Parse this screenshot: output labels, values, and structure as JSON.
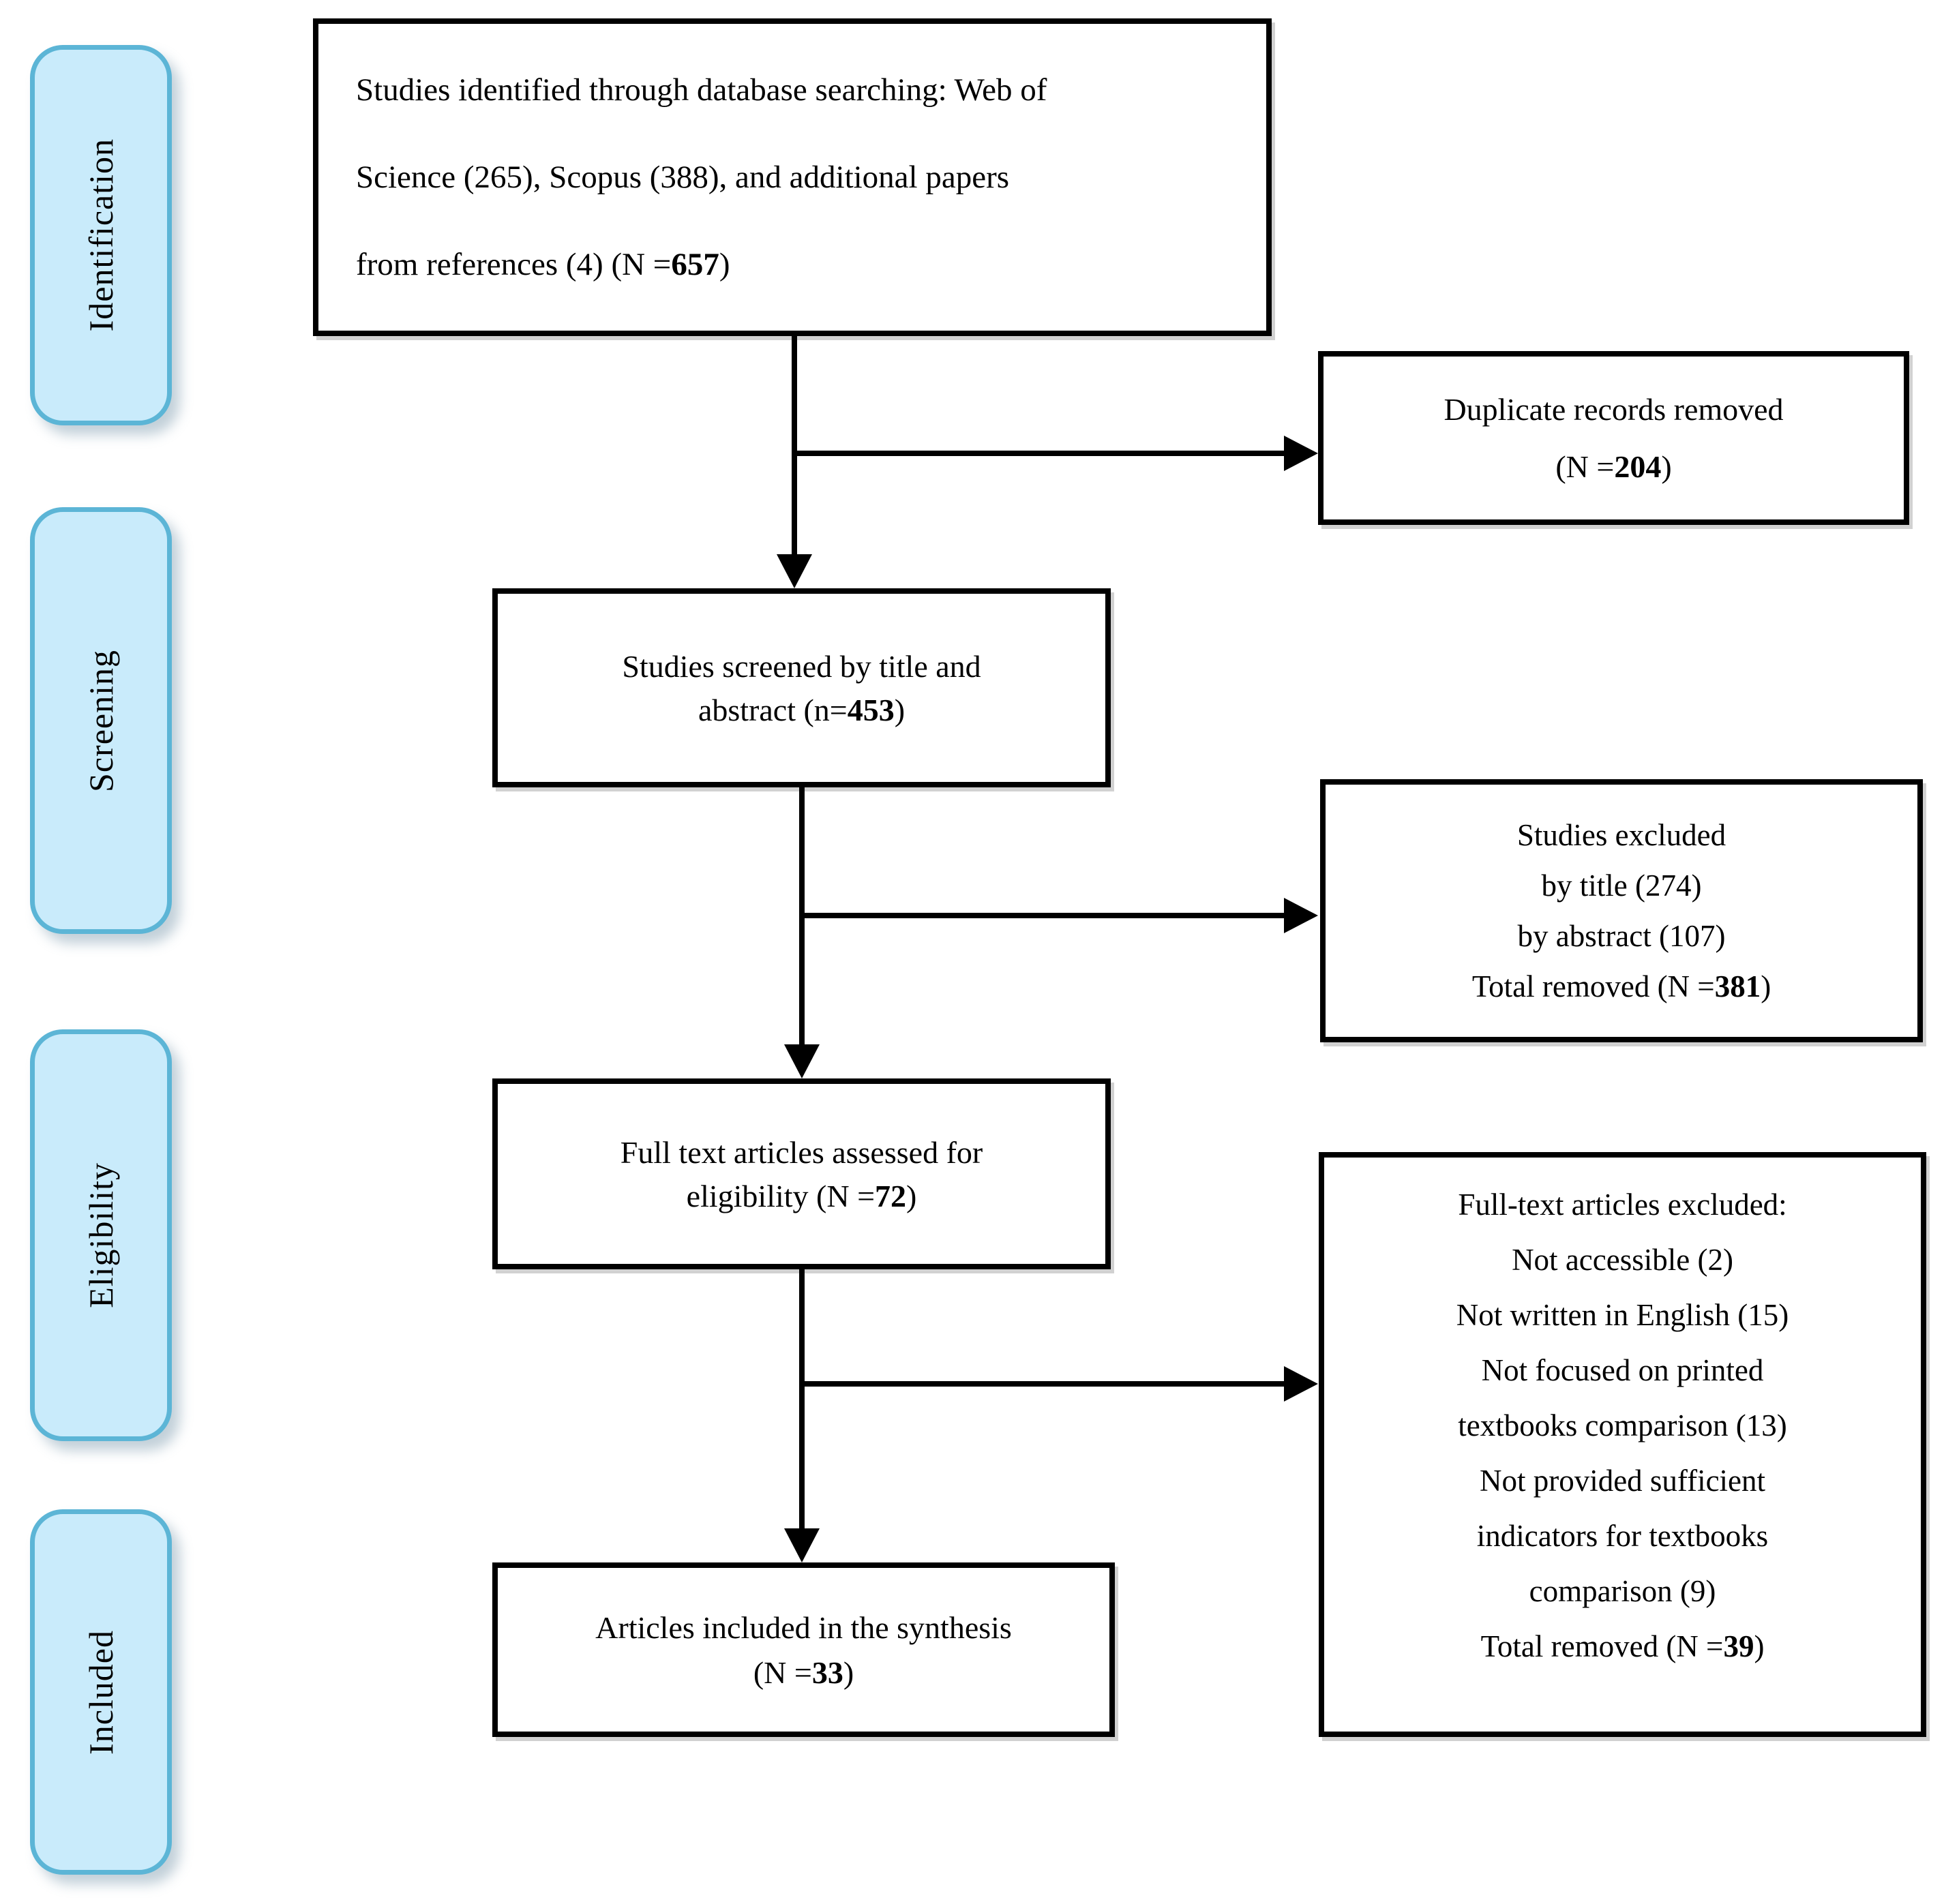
{
  "colors": {
    "pillar_fill": "#c9ebfb",
    "pillar_border": "#5cb5d6",
    "box_border": "#000000",
    "arrow": "#000000"
  },
  "pillars": [
    {
      "label": "Identification"
    },
    {
      "label": "Screening"
    },
    {
      "label": "Eligibility"
    },
    {
      "label": "Included"
    }
  ],
  "flow": {
    "identified": {
      "line1": "Studies identified through database searching: Web of",
      "line2": "Science (265), Scopus (388), and additional papers",
      "line3_prefix": "from references (4) (N = ",
      "line3_bold": "657",
      "line3_suffix": ")"
    },
    "duplicates": {
      "line1": "Duplicate records removed",
      "line2_prefix": "(N = ",
      "line2_bold": "204",
      "line2_suffix": ")"
    },
    "screened": {
      "line1": "Studies screened by title and",
      "line2_prefix": "abstract (n=",
      "line2_bold": "453",
      "line2_suffix": ")"
    },
    "excluded_screening": {
      "line1": "Studies excluded",
      "line2": "by title (274)",
      "line3": "by abstract (107)",
      "line4_prefix": "Total removed (N = ",
      "line4_bold": "381",
      "line4_suffix": ")"
    },
    "eligibility": {
      "line1": "Full text articles assessed for",
      "line2_prefix": "eligibility (N = ",
      "line2_bold": "72",
      "line2_suffix": ")"
    },
    "excluded_fulltext": {
      "line1": "Full-text articles excluded:",
      "line2": "Not accessible (2)",
      "line3": "Not written in English (15)",
      "line4": "Not focused on printed",
      "line5": "textbooks comparison (13)",
      "line6": "Not provided sufficient",
      "line7": "indicators for textbooks",
      "line8": "comparison (9)",
      "line9_prefix": "Total removed (N = ",
      "line9_bold": "39",
      "line9_suffix": ")"
    },
    "included": {
      "line1": "Articles included in the synthesis",
      "line2_prefix": "(N = ",
      "line2_bold": "33",
      "line2_suffix": ")"
    }
  }
}
